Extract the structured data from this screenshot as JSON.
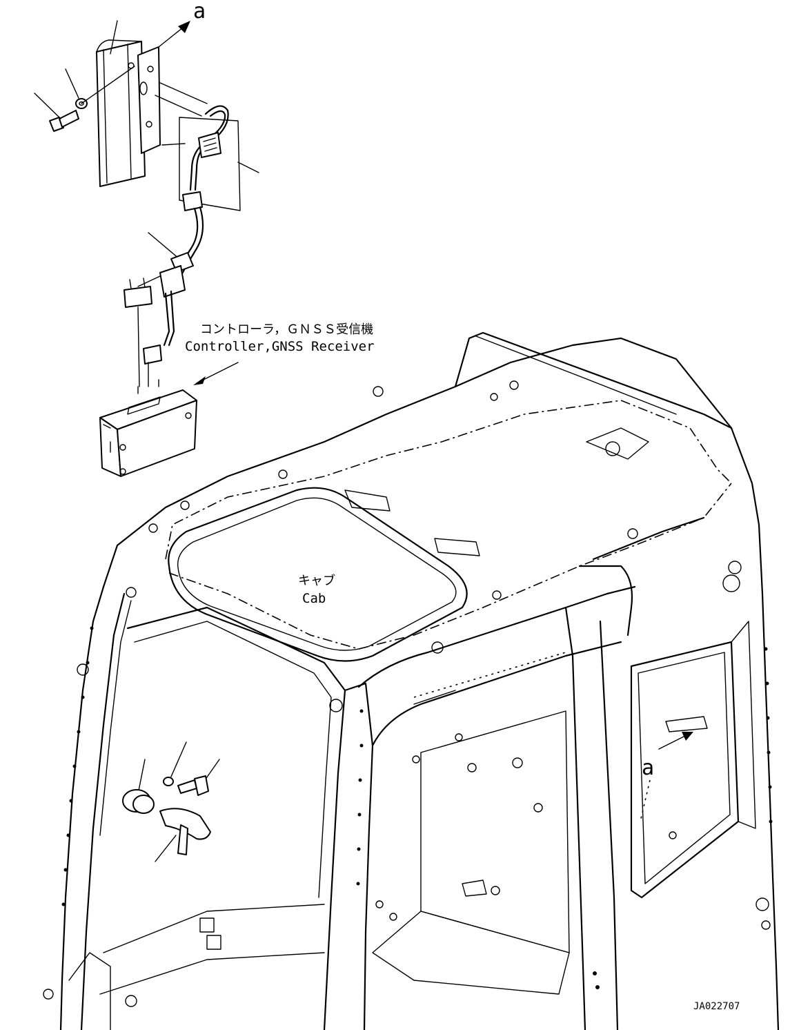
{
  "labels": {
    "arrow_a_top": "a",
    "arrow_a_right": "a",
    "controller_jp": "コントローラ，ＧＮＳＳ受信機",
    "controller_en": "Controller,GNSS Receiver",
    "cab_jp": "キャブ",
    "cab_en": "Cab",
    "drawing_number": "JA022707"
  },
  "icons": [
    "bolt-icon",
    "washer-icon",
    "bracket-icon",
    "connector-icon",
    "clamp-icon",
    "controller-unit-icon",
    "button-plug-icon",
    "handle-icon"
  ]
}
